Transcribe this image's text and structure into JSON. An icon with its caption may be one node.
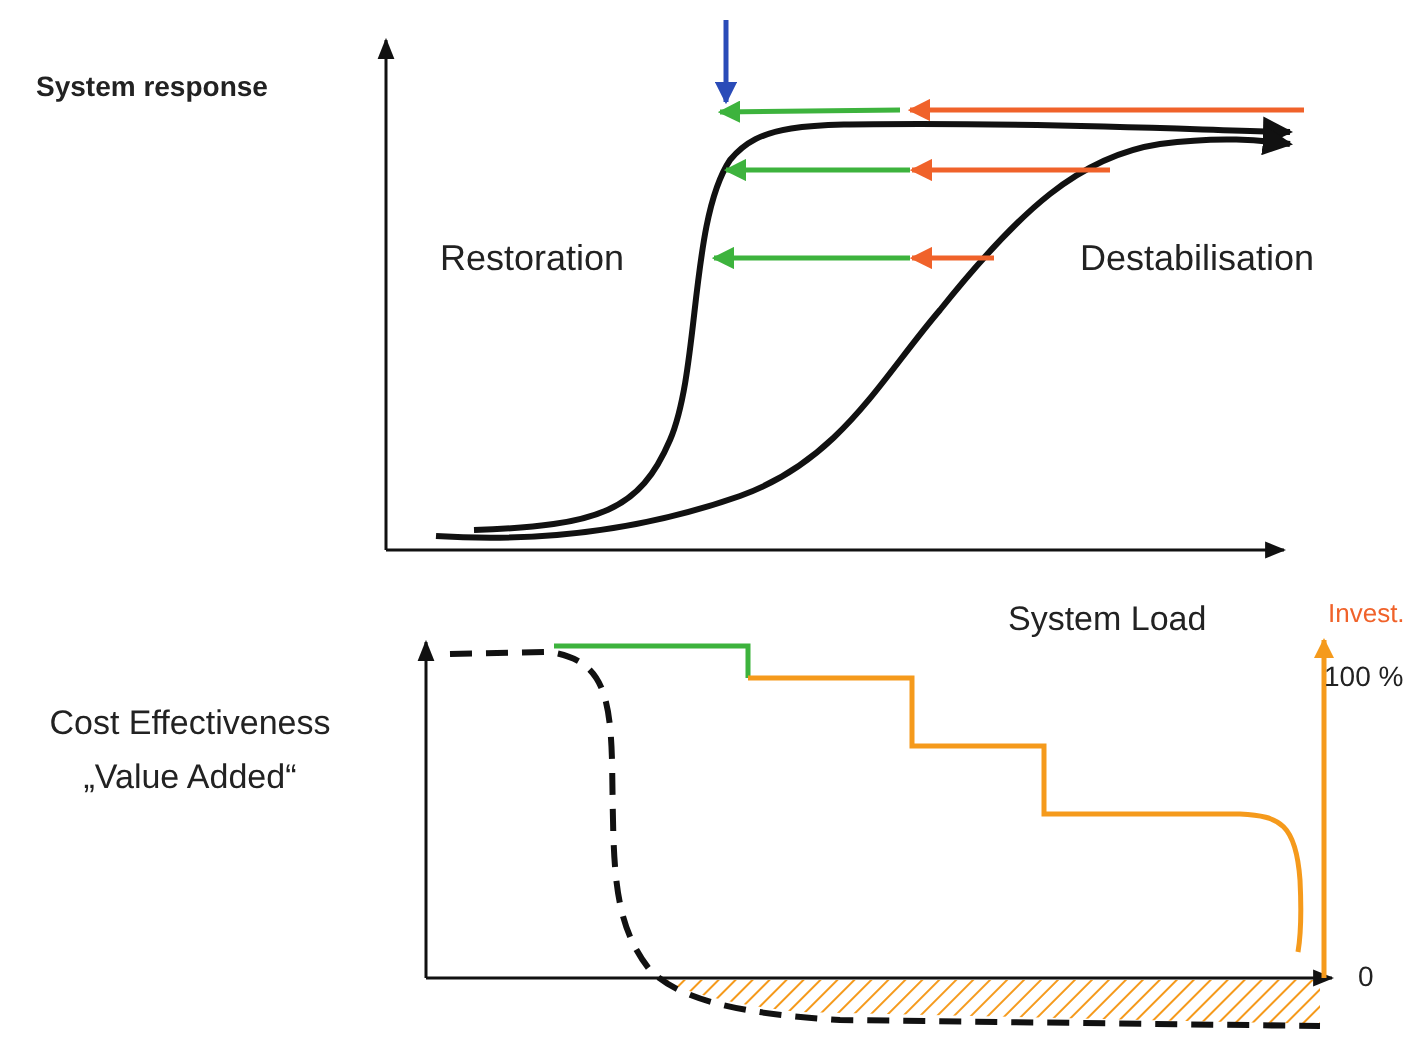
{
  "diagram": {
    "labels": [
      "System response",
      "Restoration",
      "Destabilisation",
      "System Load",
      "Invest.",
      "100 %",
      "Cost Effectiveness „Value Added“",
      "0"
    ]
  }
}
